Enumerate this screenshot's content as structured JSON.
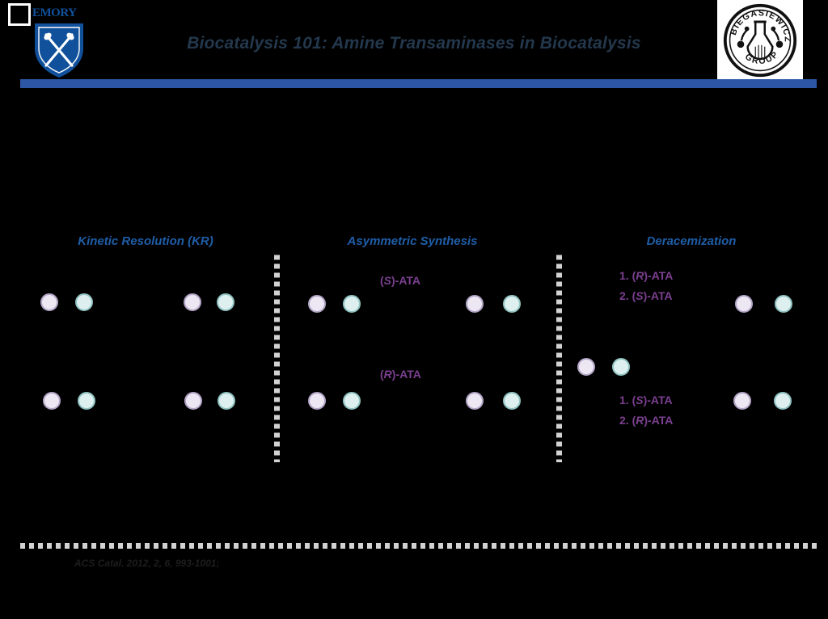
{
  "slide": {
    "title": "Biocatalysis 101: Amine Transaminases in Biocatalysis",
    "background_color": "#000000",
    "accent_bar_color": "#2d57a5",
    "header_text_color": "#24384d"
  },
  "logos": {
    "emory": {
      "wordmark": "EMORY",
      "color": "#11519b",
      "icon": "emory-shield-icon"
    },
    "biegasiewicz": {
      "top_text": "BIEGASIEWICZ",
      "bottom_text": "GROUP",
      "icon": "flask-icon"
    }
  },
  "columns": [
    {
      "heading": "Kinetic Resolution (KR)",
      "heading_color": "#1f5ea8",
      "reagents": [],
      "rows": [
        {
          "left": [
            "purple",
            "teal"
          ],
          "right": [
            "purple",
            "teal"
          ]
        },
        {
          "left": [
            "purple",
            "teal"
          ],
          "right": [
            "purple",
            "teal"
          ]
        }
      ]
    },
    {
      "heading": "Asymmetric Synthesis",
      "heading_color": "#1f5ea8",
      "reagents": [
        {
          "text": "(S)-ATA",
          "stereo": "S",
          "suffix": ")-ATA",
          "prefix": "(",
          "color": "#7b3f8f"
        },
        {
          "text": "(R)-ATA",
          "stereo": "R",
          "suffix": ")-ATA",
          "prefix": "(",
          "color": "#7b3f8f"
        }
      ],
      "rows": [
        {
          "left": [
            "purple",
            "teal"
          ],
          "right": [
            "purple",
            "teal"
          ]
        },
        {
          "left": [
            "purple",
            "teal"
          ],
          "right": [
            "purple",
            "teal"
          ]
        }
      ]
    },
    {
      "heading": "Deracemization",
      "heading_color": "#1f5ea8",
      "reagents": [
        {
          "line1_num": "1. ",
          "line1_stereo": "R",
          "line1_rest": ")-ATA",
          "line1_open": "(",
          "line2_num": "2. ",
          "line2_stereo": "S",
          "line2_rest": ")-ATA",
          "line2_open": "("
        },
        {
          "line1_num": "1. ",
          "line1_stereo": "S",
          "line1_rest": ")-ATA",
          "line1_open": "(",
          "line2_num": "2. ",
          "line2_stereo": "R",
          "line2_rest": ")-ATA",
          "line2_open": "("
        }
      ],
      "rows": [
        {
          "right": [
            "purple",
            "teal"
          ]
        },
        {
          "left": [
            "purple",
            "teal"
          ]
        },
        {
          "right": [
            "purple",
            "teal"
          ]
        }
      ]
    }
  ],
  "molecule_colors": {
    "purple_fill": "#ece7f2",
    "purple_stroke": "#b3a4c6",
    "teal_fill": "#ddf0ef",
    "teal_stroke": "#90c2c2"
  },
  "footer": {
    "citation": "ACS Catal. 2012, 2, 6, 993-1001;",
    "rule_color": "#d2d2d2"
  }
}
